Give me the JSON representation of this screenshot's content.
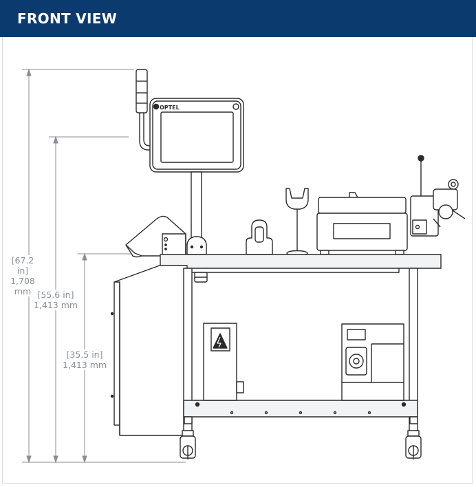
{
  "header": {
    "title": "FRONT VIEW"
  },
  "dimensions": [
    {
      "inches": "[67.2 in]",
      "mm": "1,708 mm"
    },
    {
      "inches": "[55.6 in]",
      "mm": "1,413 mm"
    },
    {
      "inches": "[35.5 in]",
      "mm": "1,413 mm"
    }
  ],
  "monitor": {
    "brand": "OPTEL"
  },
  "colors": {
    "header_bg": "#0b3b6e",
    "header_text": "#ffffff",
    "dimension": "#8a8f95",
    "line": "#2b2b2b",
    "fill_light": "#f2f3f4"
  }
}
